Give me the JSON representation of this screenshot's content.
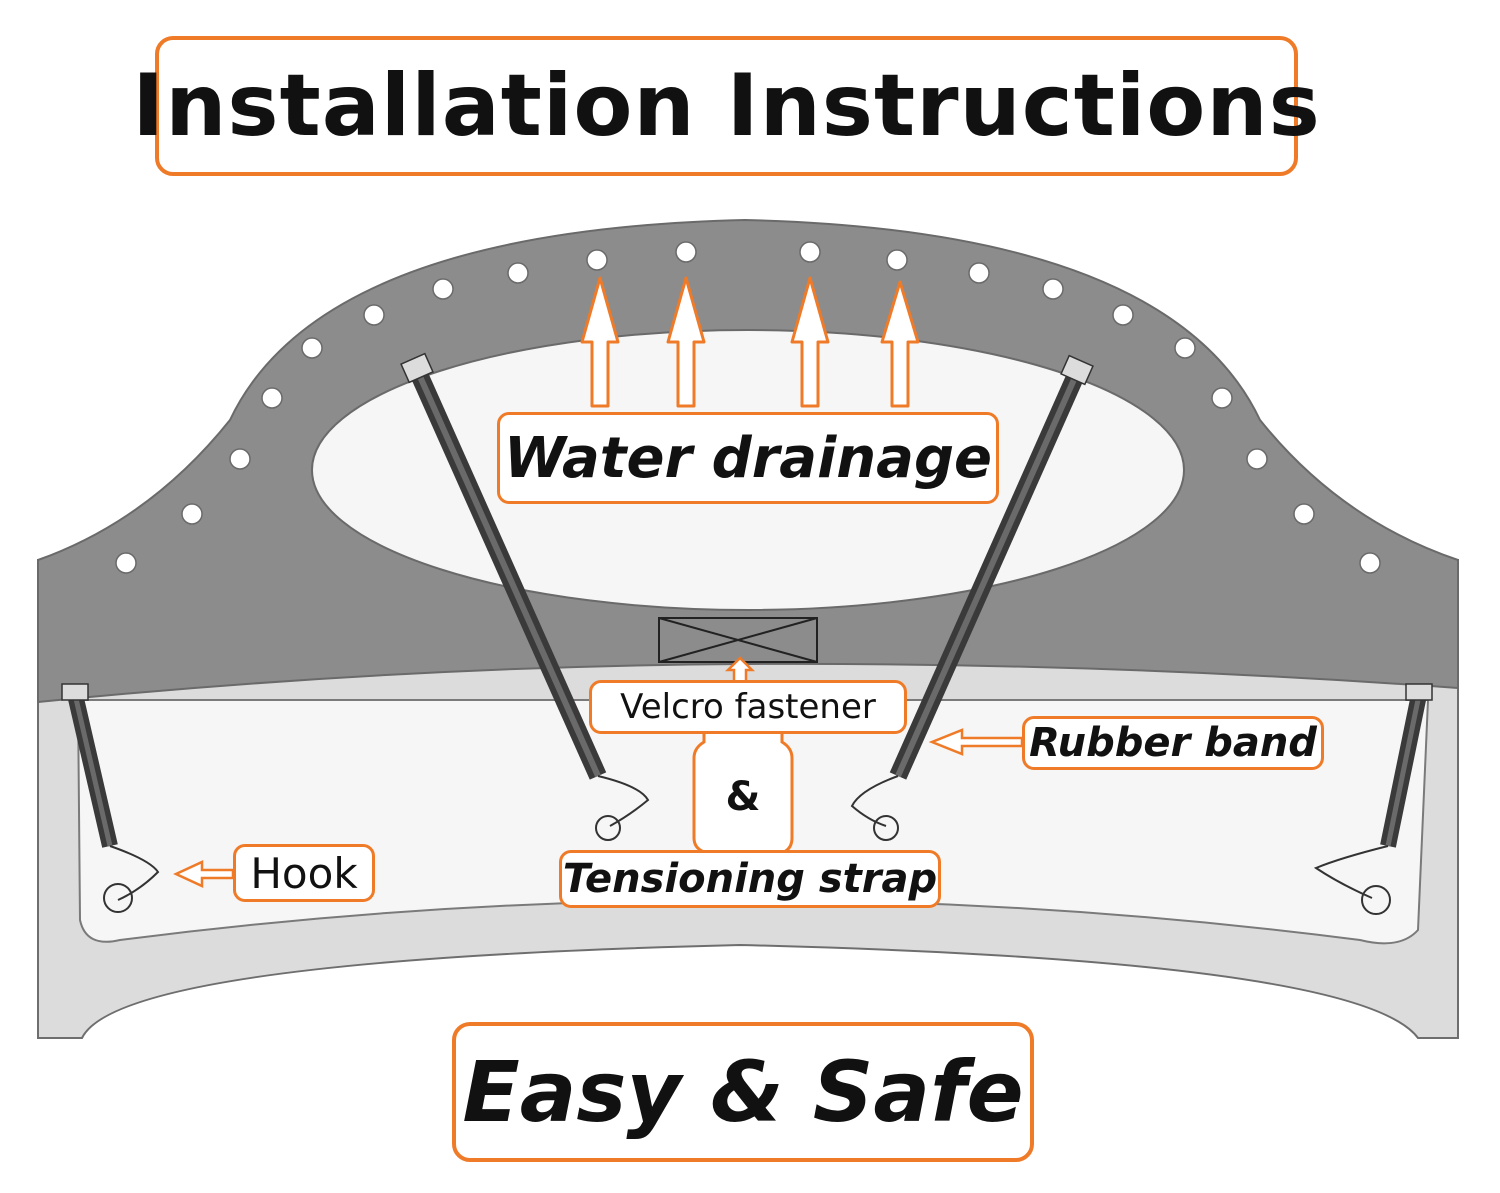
{
  "title": "Installation Instructions",
  "labels": {
    "water_drainage": "Water drainage",
    "velcro_fastener": "Velcro fastener",
    "ampersand": "&",
    "tensioning_strap": "Tensioning strap",
    "rubber_band": "Rubber band",
    "hook": "Hook"
  },
  "footer": "Easy & Safe",
  "colors": {
    "accent": "#ef7b28",
    "cover": "#8c8c8c",
    "panel": "#f6f6f6",
    "rim": "#dcdcdc"
  }
}
